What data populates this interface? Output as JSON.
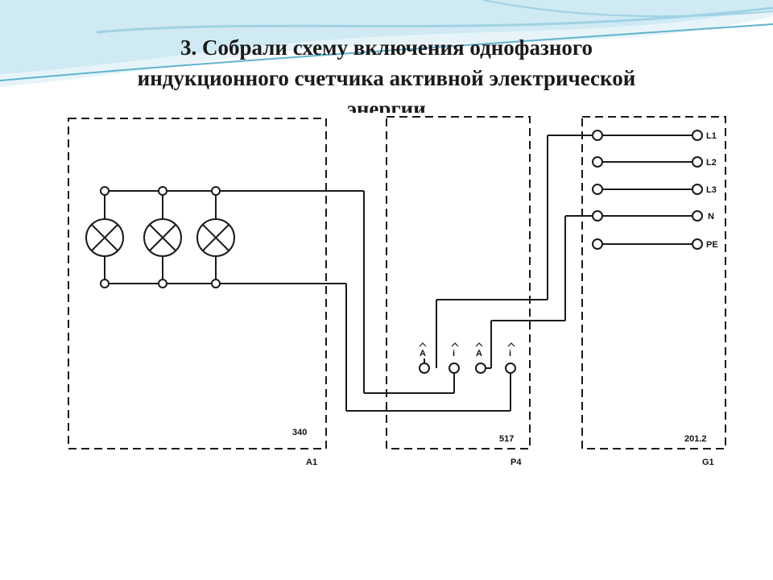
{
  "slide": {
    "title_lines": [
      "3. Собрали схему включения однофазного",
      "индукционного счетчика активной электрической",
      "энергии"
    ]
  },
  "diagram": {
    "blocks": [
      {
        "code": "340",
        "name": "A1"
      },
      {
        "code": "517",
        "name": "P4"
      },
      {
        "code": "201.2",
        "name": "G1"
      }
    ],
    "meter_terminals": [
      "A",
      "i",
      "A",
      "i"
    ],
    "power_terminals": [
      "L1",
      "L2",
      "L3",
      "N",
      "PE"
    ]
  },
  "colors": {
    "wave_light": "#cfeaf3",
    "wave_mid": "#9fd2e4",
    "wave_dark": "#5fb3cf",
    "line": "#1a1a1a"
  }
}
